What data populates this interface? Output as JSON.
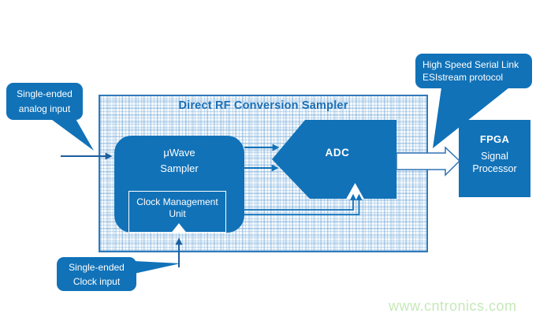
{
  "diagram": {
    "title": "Direct RF Conversion Sampler",
    "blocks": {
      "sampler": {
        "line1": "μWave",
        "line2": "Sampler"
      },
      "cmu": {
        "line1": "Clock Management",
        "line2": "Unit"
      },
      "adc": {
        "label": "ADC"
      },
      "fpga": {
        "line1": "FPGA",
        "line2": "Signal",
        "line3": "Processor"
      }
    },
    "callouts": {
      "analog_input": {
        "line1": "Single-ended",
        "line2": "analog input"
      },
      "clock_input": {
        "line1": "Single-ended",
        "line2": "Clock input"
      },
      "serial_link": {
        "line1": "High Speed Serial Link",
        "line2": "ESIstream protocol"
      }
    },
    "watermark": "www.cntronics.com",
    "colors": {
      "primary_blue": "#1172b8",
      "grid_border": "#2f79b9",
      "grid_line": "#b9d4ea",
      "io_arrow_navy": "#1b5f9f",
      "watermark_green": "#c6e8b9",
      "white": "#ffffff"
    }
  }
}
